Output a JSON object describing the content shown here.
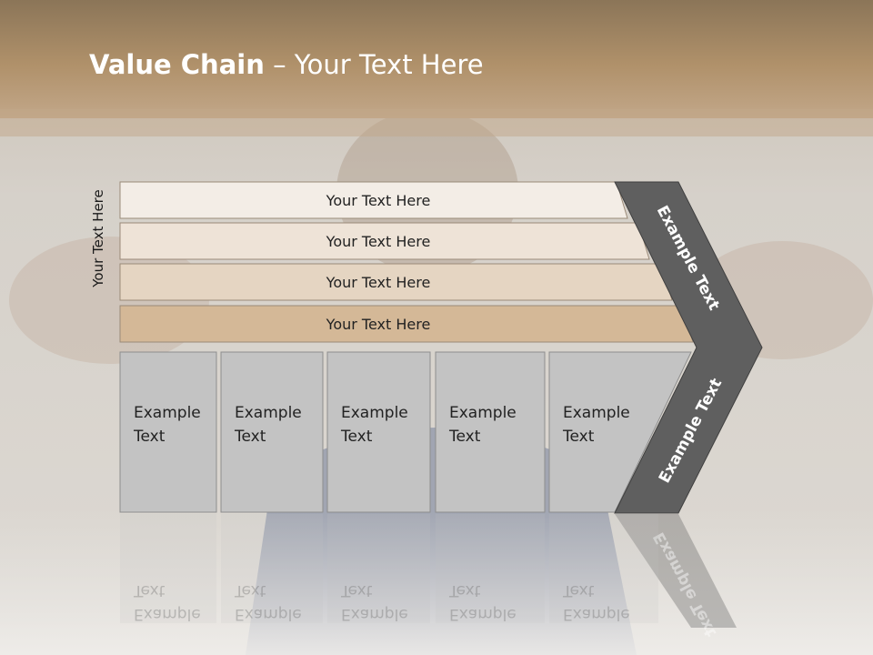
{
  "title": {
    "bold": "Value Chain",
    "rest": " – Your Text Here"
  },
  "side_label": "Your Text Here",
  "rows": [
    {
      "label": "Your Text Here",
      "color": "#f3ede6"
    },
    {
      "label": "Your Text Here",
      "color": "#eee3d7"
    },
    {
      "label": "Your Text Here",
      "color": "#e5d5c2"
    },
    {
      "label": "Your Text Here",
      "color": "#d4b897"
    }
  ],
  "boxes": [
    {
      "line1": "Example",
      "line2": "Text"
    },
    {
      "line1": "Example",
      "line2": "Text"
    },
    {
      "line1": "Example",
      "line2": "Text"
    },
    {
      "line1": "Example",
      "line2": "Text"
    },
    {
      "line1": "Example",
      "line2": "Text"
    }
  ],
  "chevron": {
    "upper": "Example Text",
    "lower": "Example Text",
    "color": "#5f5f5f"
  },
  "colors": {
    "header": "#a98b63",
    "box": "#c3c3c3"
  }
}
